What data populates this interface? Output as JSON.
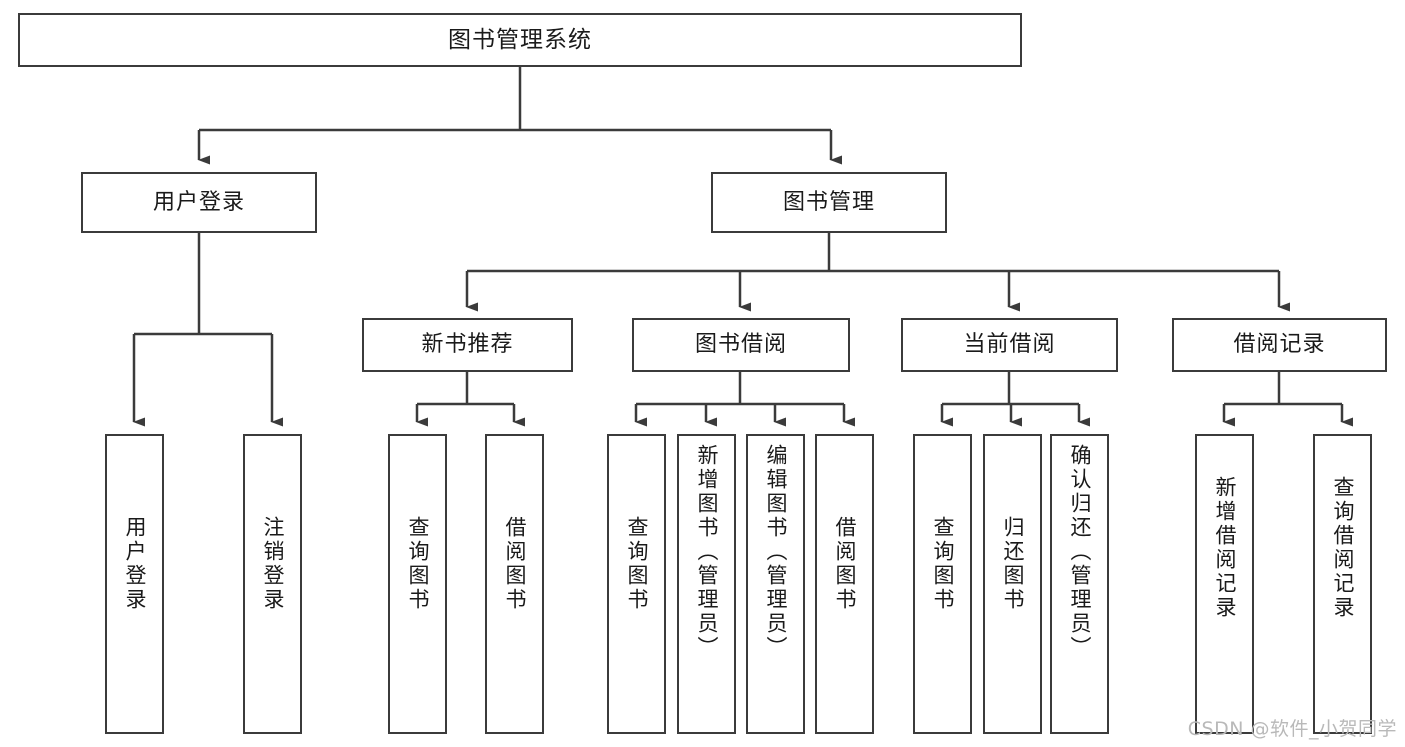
{
  "diagram": {
    "title": "图书管理系统",
    "type": "tree-hierarchy",
    "watermark": "CSDN @软件_小贺同学",
    "colors": {
      "background": "#ffffff",
      "box_border": "#3b3b3b",
      "box_fill": "#ffffff",
      "connector": "#3b3b3b",
      "text": "#1a1a1a",
      "watermark": "#b9b9b9"
    },
    "root": {
      "id": "root",
      "label": "图书管理系统",
      "orientation": "horizontal"
    },
    "level2": [
      {
        "id": "user-login",
        "label": "用户登录",
        "orientation": "horizontal"
      },
      {
        "id": "book-manage",
        "label": "图书管理",
        "orientation": "horizontal"
      }
    ],
    "level3": [
      {
        "id": "new-book-recommend",
        "label": "新书推荐",
        "orientation": "horizontal",
        "parent": "book-manage"
      },
      {
        "id": "book-borrow",
        "label": "图书借阅",
        "orientation": "horizontal",
        "parent": "book-manage"
      },
      {
        "id": "current-borrow",
        "label": "当前借阅",
        "orientation": "horizontal",
        "parent": "book-manage"
      },
      {
        "id": "borrow-record",
        "label": "借阅记录",
        "orientation": "horizontal",
        "parent": "book-manage"
      }
    ],
    "leaves": [
      {
        "id": "leaf-user-login",
        "label": "用户登录",
        "orientation": "vertical",
        "parent": "user-login"
      },
      {
        "id": "leaf-user-logout",
        "label": "注销登录",
        "orientation": "vertical",
        "parent": "user-login"
      },
      {
        "id": "leaf-query-book-1",
        "label": "查询图书",
        "orientation": "vertical",
        "parent": "new-book-recommend"
      },
      {
        "id": "leaf-borrow-book-1",
        "label": "借阅图书",
        "orientation": "vertical",
        "parent": "new-book-recommend"
      },
      {
        "id": "leaf-query-book-2",
        "label": "查询图书",
        "orientation": "vertical",
        "parent": "book-borrow"
      },
      {
        "id": "leaf-add-book",
        "label": "新增图书（管理员）",
        "orientation": "vertical",
        "parent": "book-borrow"
      },
      {
        "id": "leaf-edit-book",
        "label": "编辑图书（管理员）",
        "orientation": "vertical",
        "parent": "book-borrow"
      },
      {
        "id": "leaf-borrow-book-2",
        "label": "借阅图书",
        "orientation": "vertical",
        "parent": "book-borrow"
      },
      {
        "id": "leaf-query-book-3",
        "label": "查询图书",
        "orientation": "vertical",
        "parent": "current-borrow"
      },
      {
        "id": "leaf-return-book",
        "label": "归还图书",
        "orientation": "vertical",
        "parent": "current-borrow"
      },
      {
        "id": "leaf-confirm-return",
        "label": "确认归还（管理员）",
        "orientation": "vertical",
        "parent": "current-borrow"
      },
      {
        "id": "leaf-add-record",
        "label": "新增借阅记录",
        "orientation": "vertical",
        "parent": "borrow-record"
      },
      {
        "id": "leaf-query-record",
        "label": "查询借阅记录",
        "orientation": "vertical",
        "parent": "borrow-record"
      }
    ]
  }
}
